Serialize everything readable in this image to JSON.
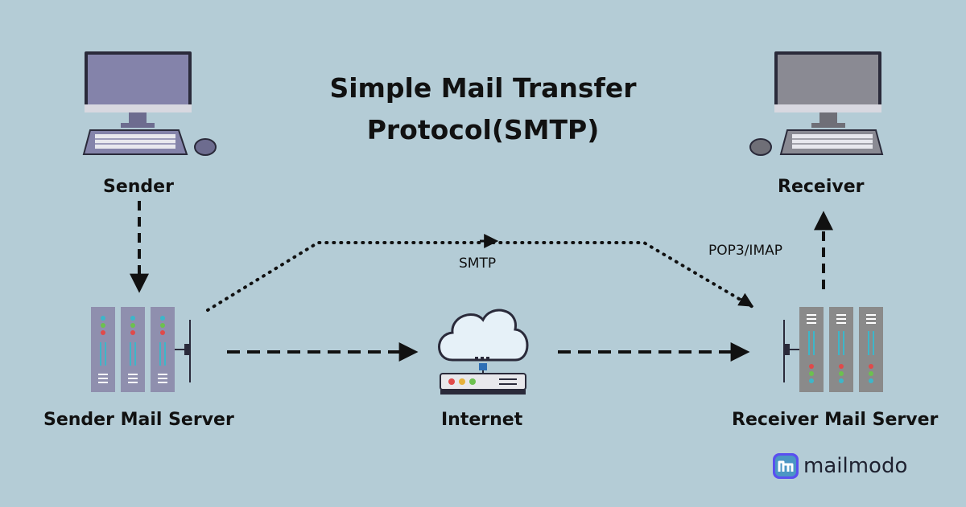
{
  "title": "Simple Mail Transfer Protocol(SMTP)",
  "nodes": {
    "sender": "Sender",
    "receiver": "Receiver",
    "sender_server": "Sender Mail Server",
    "internet": "Internet",
    "receiver_server": "Receiver Mail Server"
  },
  "protocols": {
    "smtp": "SMTP",
    "pop3_imap": "POP3/IMAP"
  },
  "brand": {
    "name": "mailmodo"
  },
  "colors": {
    "background": "#b4ccd6",
    "computer": "#8483aa",
    "receiver_computer": "#8a8a93",
    "sender_server": "#8f8fae",
    "receiver_server": "#8a8a8a",
    "brand_accent": "#5a4ff0"
  }
}
